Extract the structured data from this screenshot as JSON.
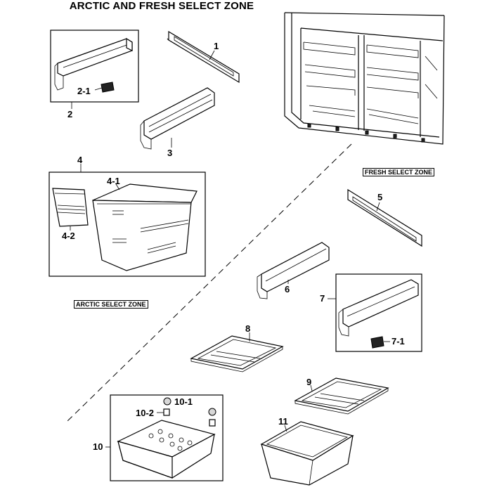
{
  "title": "ARCTIC AND FRESH SELECT ZONE",
  "zones": {
    "fresh": "FRESH SELECT ZONE",
    "arctic": "ARCTIC SELECT ZONE"
  },
  "callouts": {
    "p1": "1",
    "p2": "2",
    "p2_1": "2-1",
    "p3": "3",
    "p4": "4",
    "p4_1": "4-1",
    "p4_2": "4-2",
    "p5": "5",
    "p6": "6",
    "p7": "7",
    "p7_1": "7-1",
    "p8": "8",
    "p9": "9",
    "p10": "10",
    "p10_1": "10-1",
    "p10_2": "10-2",
    "p11": "11"
  }
}
